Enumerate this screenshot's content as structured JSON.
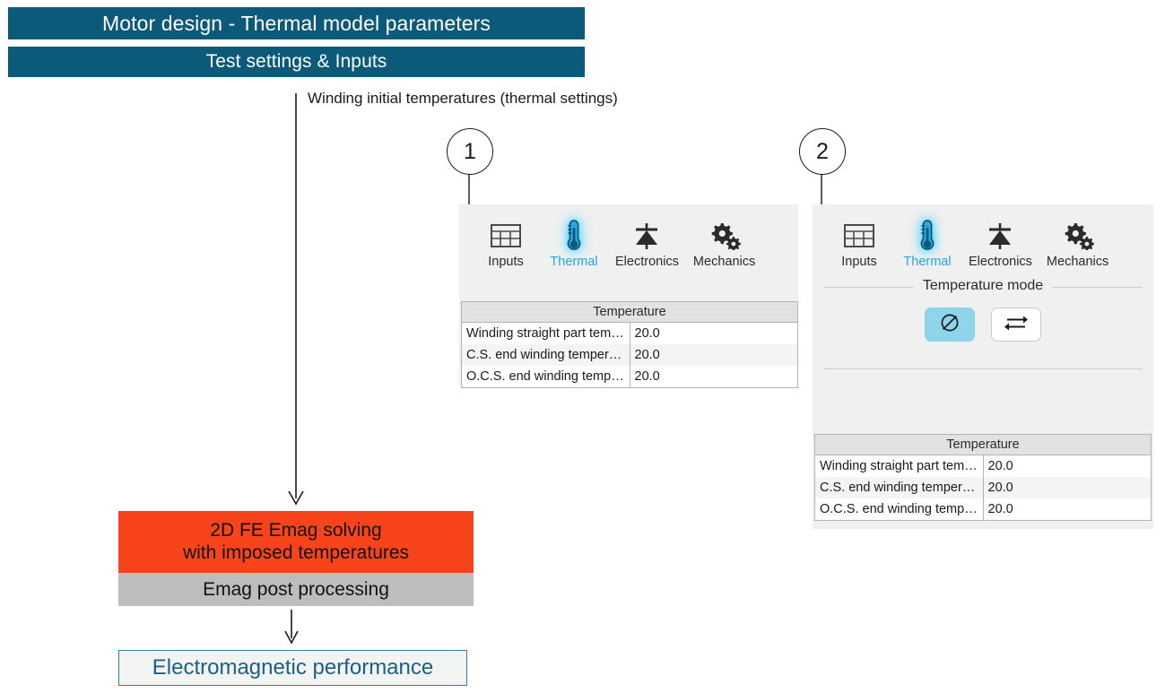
{
  "header": {
    "title": "Motor design - Thermal model parameters",
    "subtitle": "Test settings & Inputs",
    "bar_color": "#0c5a79"
  },
  "annotation": {
    "flow_label": "Winding initial temperatures (thermal settings)",
    "callouts": [
      {
        "number": "1"
      },
      {
        "number": "2"
      }
    ]
  },
  "tabs": [
    {
      "label": "Inputs",
      "icon": "table-grid-icon",
      "active": false
    },
    {
      "label": "Thermal",
      "icon": "thermometer-icon",
      "active": true
    },
    {
      "label": "Electronics",
      "icon": "diode-icon",
      "active": false
    },
    {
      "label": "Mechanics",
      "icon": "gears-icon",
      "active": false
    }
  ],
  "active_tab_color": "#22a7e0",
  "panel2": {
    "temperature_mode": {
      "legend": "Temperature mode",
      "buttons": [
        {
          "name": "uniform-temperature-mode",
          "icon": "diameter-slash-icon",
          "selected": true
        },
        {
          "name": "variable-temperature-mode",
          "icon": "bidirectional-arrows-icon",
          "selected": false
        }
      ],
      "selected_color": "#8ed4ea"
    }
  },
  "temperature_table": {
    "header": "Temperature",
    "rows": [
      {
        "name": "Winding straight part temperature (…",
        "value": "20.0"
      },
      {
        "name": "C.S. end winding temperature (°C)",
        "value": "20.0"
      },
      {
        "name": "O.C.S. end winding temperature (°C)",
        "value": "20.0"
      }
    ]
  },
  "flow": {
    "solve_line1": "2D FE Emag solving",
    "solve_line2": "with imposed temperatures",
    "solve_color": "#f8441a",
    "post_label": "Emag post processing",
    "post_color": "#bdbdbd",
    "result_label": "Electromagnetic performance",
    "result_color": "#1a6182"
  }
}
